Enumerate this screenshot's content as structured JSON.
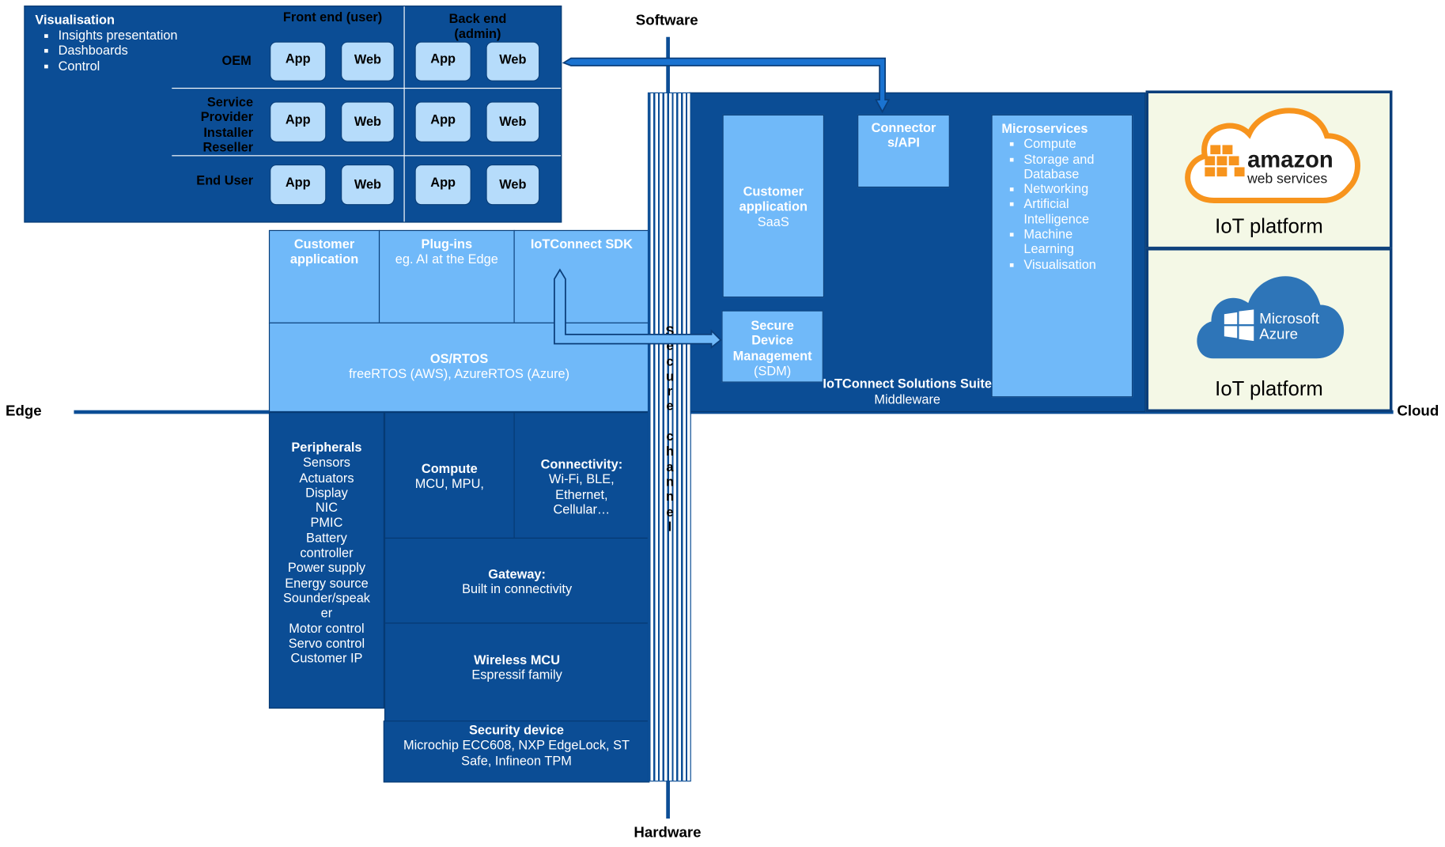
{
  "axes": {
    "software": "Software",
    "hardware": "Hardware",
    "edge": "Edge",
    "cloud": "Cloud"
  },
  "visualisation": {
    "title": "Visualisation",
    "items": [
      "Insights presentation",
      "Dashboards",
      "Control"
    ],
    "front_end": "Front end (user)",
    "back_end": "Back end\n(admin)",
    "rows": [
      {
        "label": "OEM"
      },
      {
        "label": "Service\nProvider\nInstaller\nReseller"
      },
      {
        "label": "End User"
      }
    ],
    "app_label": "App",
    "web_label": "Web"
  },
  "edge_top": {
    "customer_app": "Customer\napplication",
    "plugins_title": "Plug-ins",
    "plugins_sub": "eg. AI at the Edge",
    "sdk": "IoTConnect SDK",
    "os_title": "OS/RTOS",
    "os_sub": "freeRTOS (AWS), AzureRTOS (Azure)"
  },
  "hardware": {
    "peripherals_title": "Peripherals",
    "peripherals_items": "Sensors\nActuators\nDisplay\nNIC\nPMIC\nBattery\ncontroller\nPower supply\nEnergy source\nSounder/speak\ner\nMotor control\nServo control\nCustomer IP",
    "compute_title": "Compute",
    "compute_sub": "MCU, MPU,",
    "connectivity_title": "Connectivity:",
    "connectivity_sub": "Wi-Fi, BLE,\nEthernet,\nCellular…",
    "gateway_title": "Gateway:",
    "gateway_sub": "Built in connectivity",
    "wireless_title": "Wireless MCU",
    "wireless_sub": "Espressif family",
    "security_title": "Security device",
    "security_sub": "Microchip ECC608, NXP EdgeLock, ST\nSafe, Infineon TPM"
  },
  "secure_channel": "Secure channel",
  "middleware": {
    "customer_app_title": "Customer\napplication",
    "customer_app_sub": "SaaS",
    "connector": "Connector\ns/API",
    "sdm_title": "Secure\nDevice\nManagement",
    "sdm_sub": "(SDM)",
    "suite_title": "IoTConnect Solutions Suite",
    "suite_sub": "Middleware",
    "micro_title": "Microservices",
    "micro_items": [
      "Compute",
      "Storage and\nDatabase",
      "Networking",
      "Artificial\nIntelligence",
      "Machine\nLearning",
      "Visualisation"
    ]
  },
  "cloud": {
    "aws_logo_word": "amazon",
    "aws_logo_sub": "web services",
    "aws_label": "IoT platform",
    "azure_logo_1": "Microsoft",
    "azure_logo_2": "Azure",
    "azure_label": "IoT platform"
  },
  "colors": {
    "dark_blue": "#0b4d95",
    "light_blue": "#70b9f9",
    "chip": "#b6dcfb",
    "aws_orange": "#f7941d",
    "azure_blue": "#2e75b8"
  }
}
